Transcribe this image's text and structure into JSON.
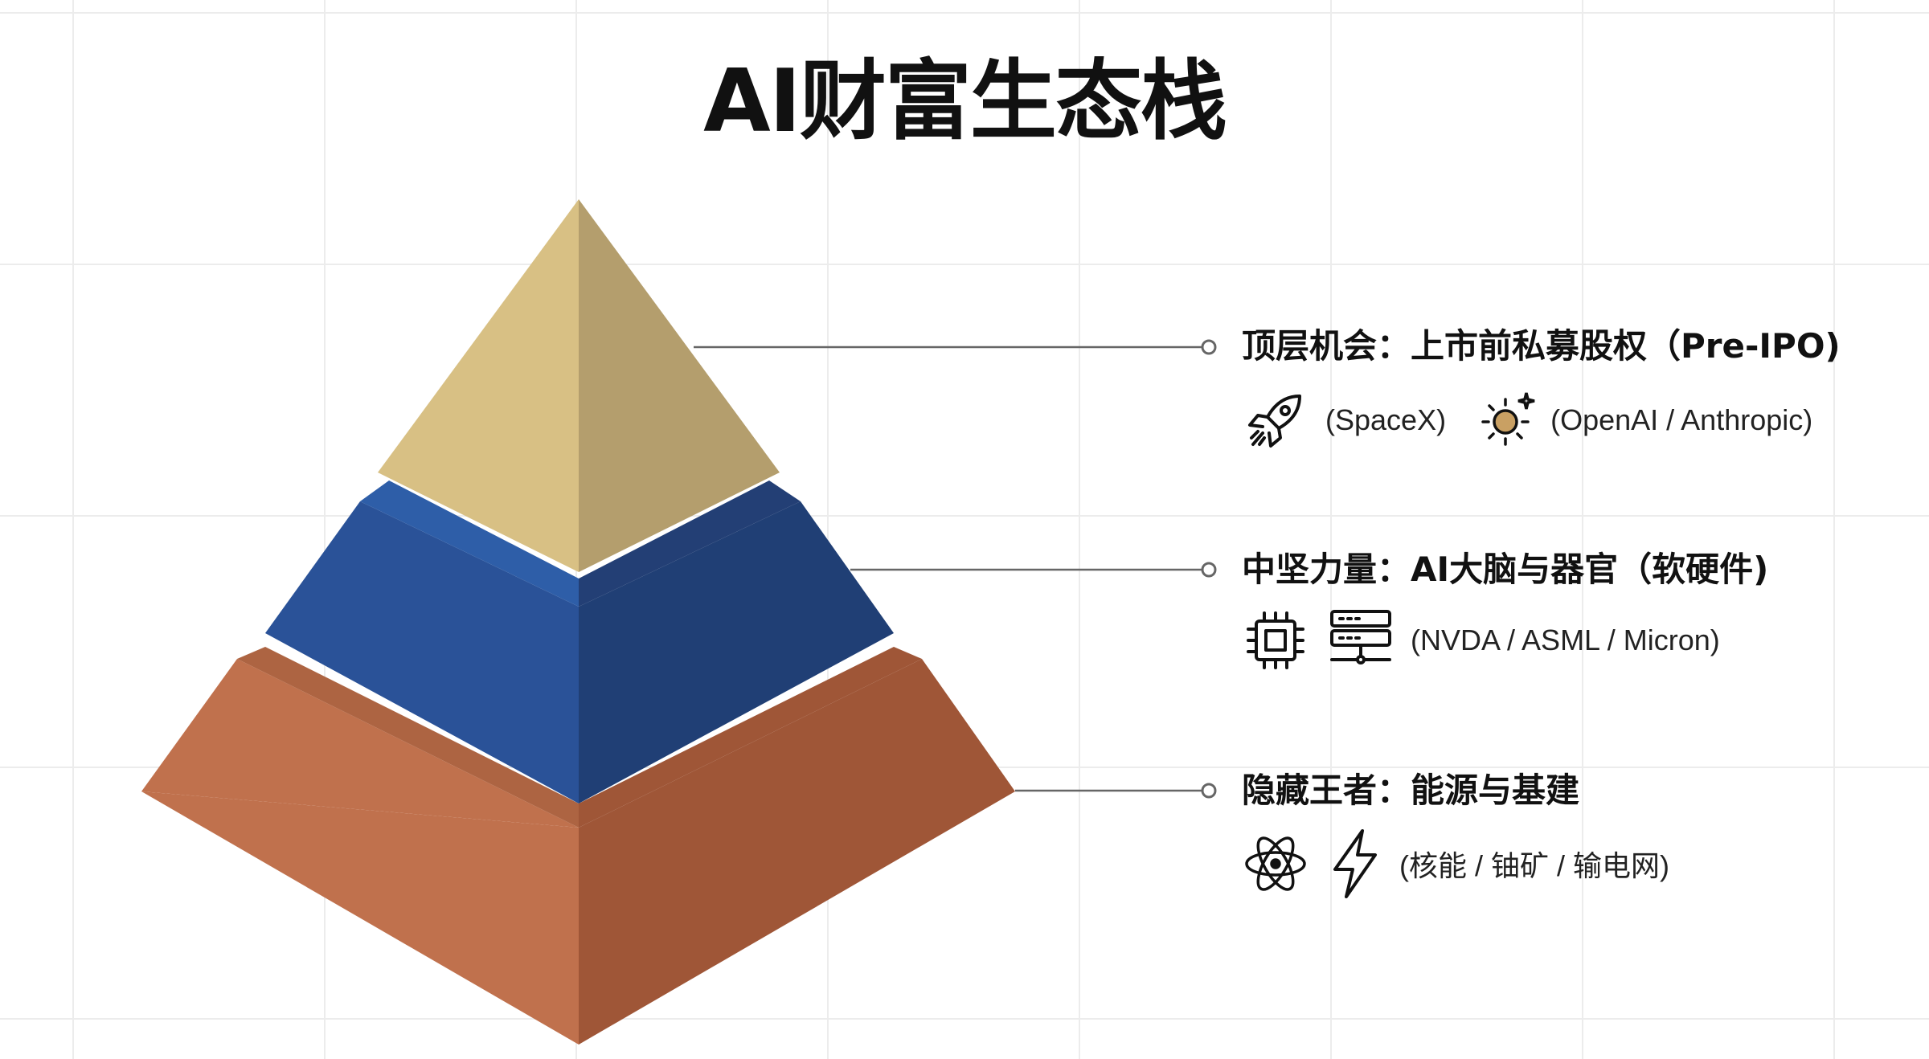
{
  "title": "AI财富生态栈",
  "colors": {
    "top_tier": "#d8c084",
    "middle_tier": "#2a5298",
    "bottom_tier": "#c0714d",
    "sun_fill": "#c9a063"
  },
  "tiers": [
    {
      "heading": "顶层机会：上市前私募股权（Pre-IPO)",
      "icons": [
        "rocket-icon",
        "sun-icon"
      ],
      "items": [
        "(SpaceX)",
        "(OpenAI / Anthropic)"
      ]
    },
    {
      "heading": "中坚力量：AI大脑与器官（软硬件)",
      "icons": [
        "chip-icon",
        "server-icon"
      ],
      "items": [
        "(NVDA / ASML / Micron)"
      ]
    },
    {
      "heading": "隐藏王者：能源与基建",
      "icons": [
        "atom-icon",
        "lightning-icon"
      ],
      "items": [
        "(核能 / 铀矿 / 输电网)"
      ]
    }
  ]
}
